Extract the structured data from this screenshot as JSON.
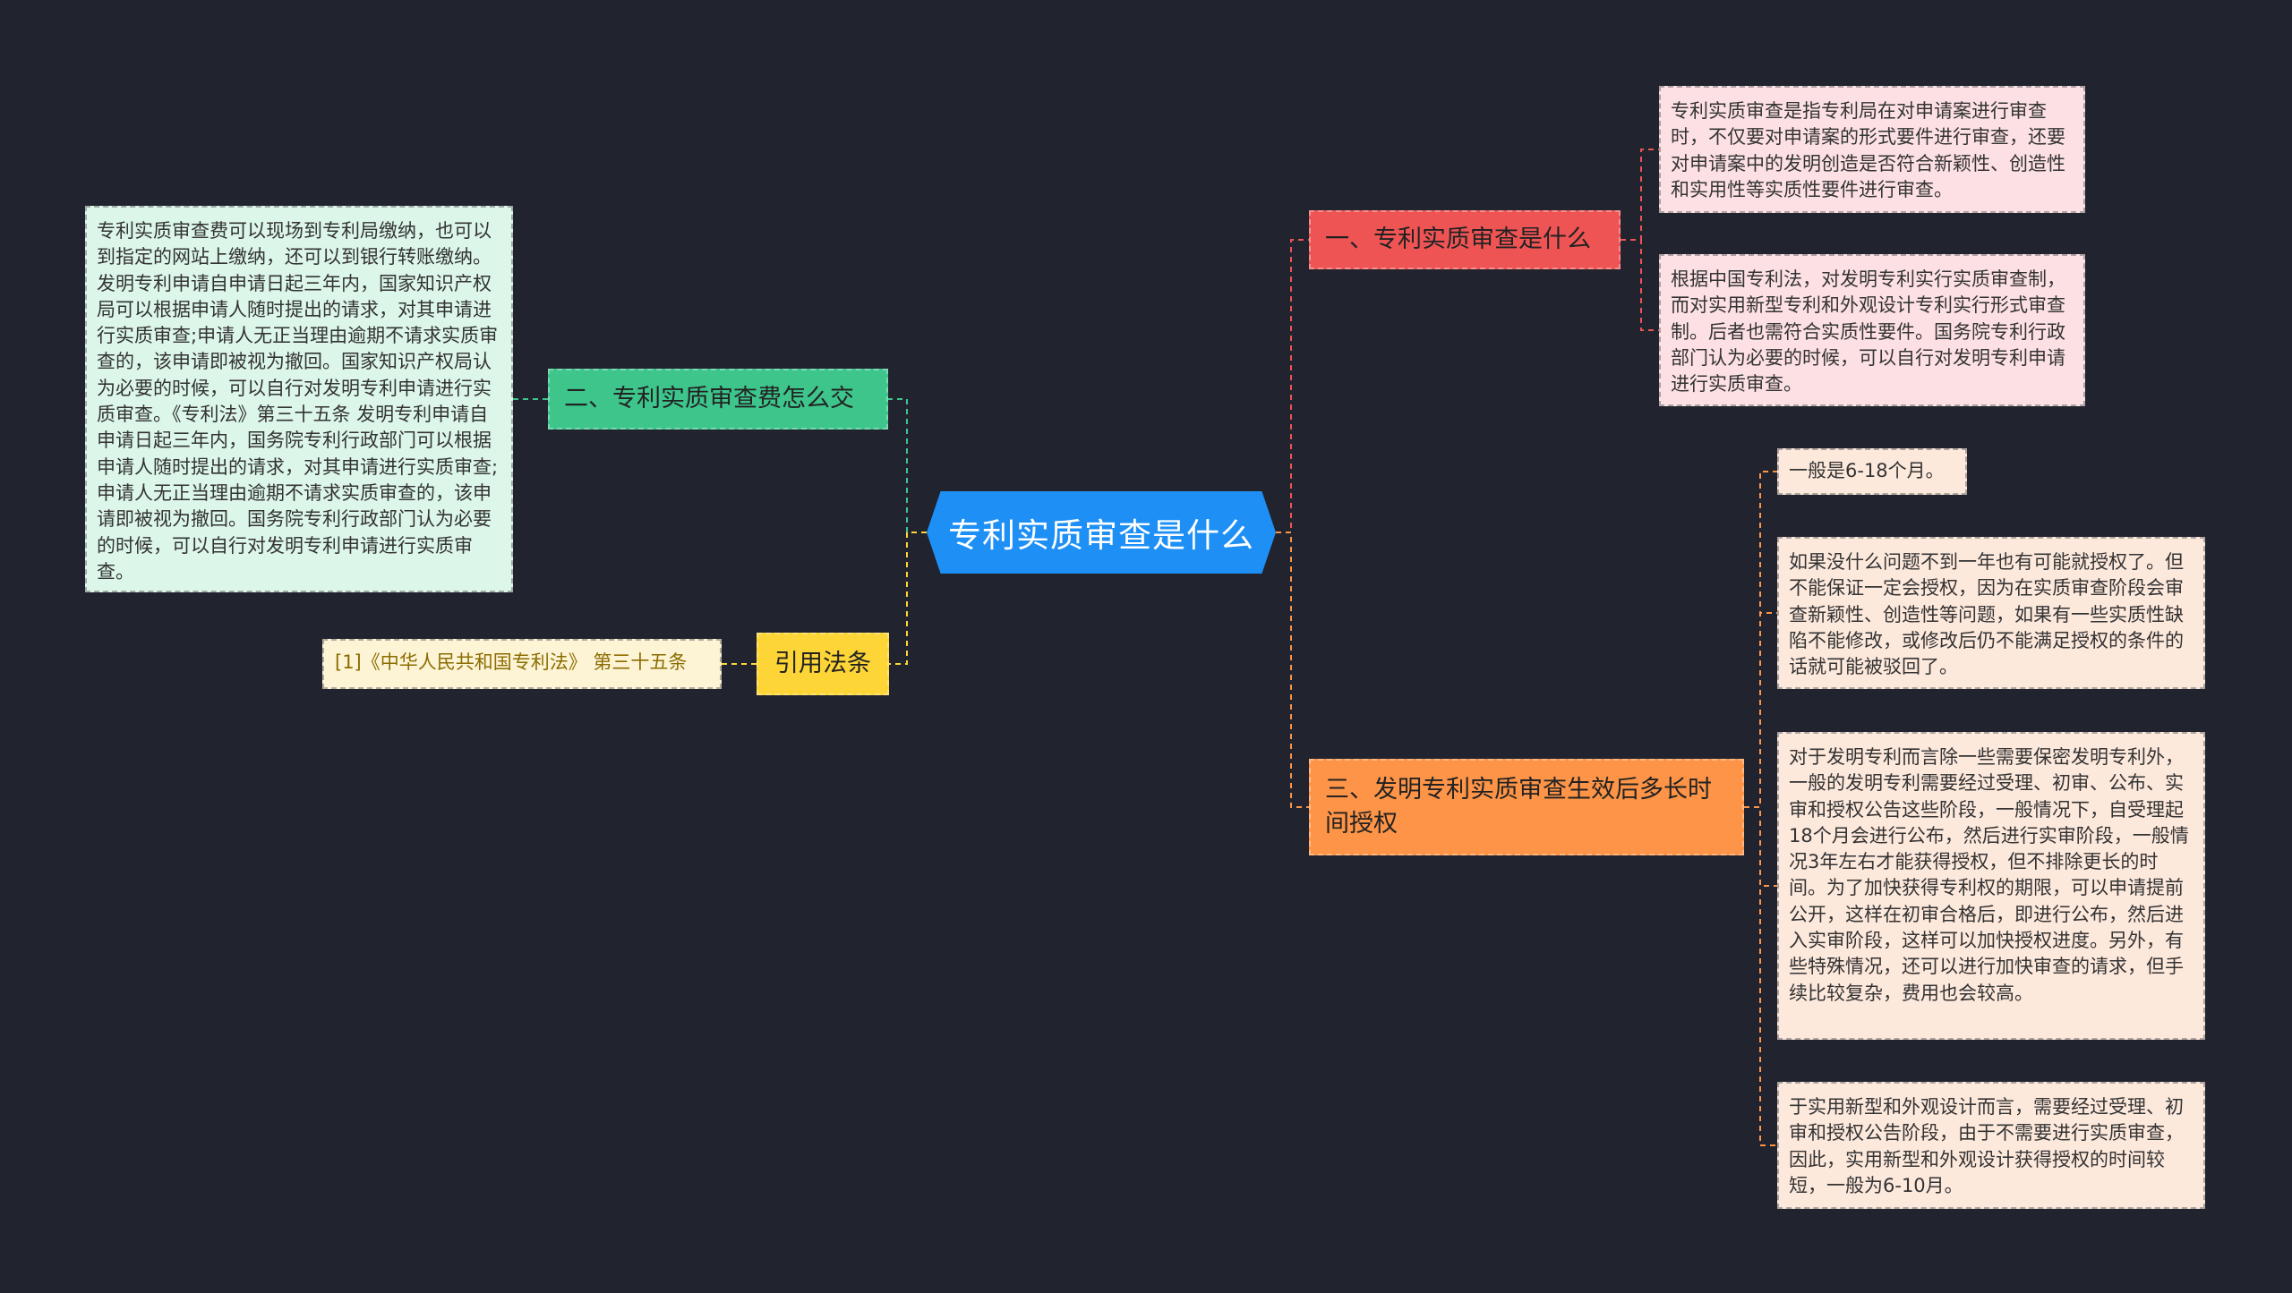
{
  "colors": {
    "background": "#21242f",
    "central": "#1e90f5",
    "branch_one": "#ef5455",
    "branch_two": "#3ec58c",
    "branch_three": "#fd9447",
    "citation_branch": "#fdd536"
  },
  "central": {
    "label": "专利实质审查是什么"
  },
  "branches": {
    "one": {
      "label": "一、专利实质审查是什么",
      "leaves": [
        "专利实质审查是指专利局在对申请案进行审查时，不仅要对申请案的形式要件进行审查，还要对申请案中的发明创造是否符合新颖性、创造性和实用性等实质性要件进行审查。",
        "根据中国专利法，对发明专利实行实质审查制，而对实用新型专利和外观设计专利实行形式审查制。后者也需符合实质性要件。国务院专利行政部门认为必要的时候，可以自行对发明专利申请进行实质审查。"
      ]
    },
    "two": {
      "label": "二、专利实质审查费怎么交",
      "leaves": [
        "专利实质审查费可以现场到专利局缴纳，也可以到指定的网站上缴纳，还可以到银行转账缴纳。发明专利申请自申请日起三年内，国家知识产权局可以根据申请人随时提出的请求，对其申请进行实质审查;申请人无正当理由逾期不请求实质审查的，该申请即被视为撤回。国家知识产权局认为必要的时候，可以自行对发明专利申请进行实质审查。《专利法》第三十五条 发明专利申请自申请日起三年内，国务院专利行政部门可以根据申请人随时提出的请求，对其申请进行实质审查;申请人无正当理由逾期不请求实质审查的，该申请即被视为撤回。国务院专利行政部门认为必要的时候，可以自行对发明专利申请进行实质审查。"
      ]
    },
    "three": {
      "label": "三、发明专利实质审查生效后多长时间授权",
      "leaves": [
        "一般是6-18个月。",
        "如果没什么问题不到一年也有可能就授权了。但不能保证一定会授权，因为在实质审查阶段会审查新颖性、创造性等问题，如果有一些实质性缺陷不能修改，或修改后仍不能满足授权的条件的话就可能被驳回了。",
        "对于发明专利而言除一些需要保密发明专利外，一般的发明专利需要经过受理、初审、公布、实审和授权公告这些阶段，一般情况下，自受理起18个月会进行公布，然后进行实审阶段，一般情况3年左右才能获得授权，但不排除更长的时间。为了加快获得专利权的期限，可以申请提前公开，这样在初审合格后，即进行公布，然后进入实审阶段，这样可以加快授权进度。另外，有些特殊情况，还可以进行加快审查的请求，但手续比较复杂，费用也会较高。",
        "于实用新型和外观设计而言，需要经过受理、初审和授权公告阶段，由于不需要进行实质审查，因此，实用新型和外观设计获得授权的时间较短，一般为6-10月。"
      ]
    },
    "citation": {
      "label": "引用法条",
      "leaves": [
        "[1]《中华人民共和国专利法》 第三十五条"
      ]
    }
  }
}
